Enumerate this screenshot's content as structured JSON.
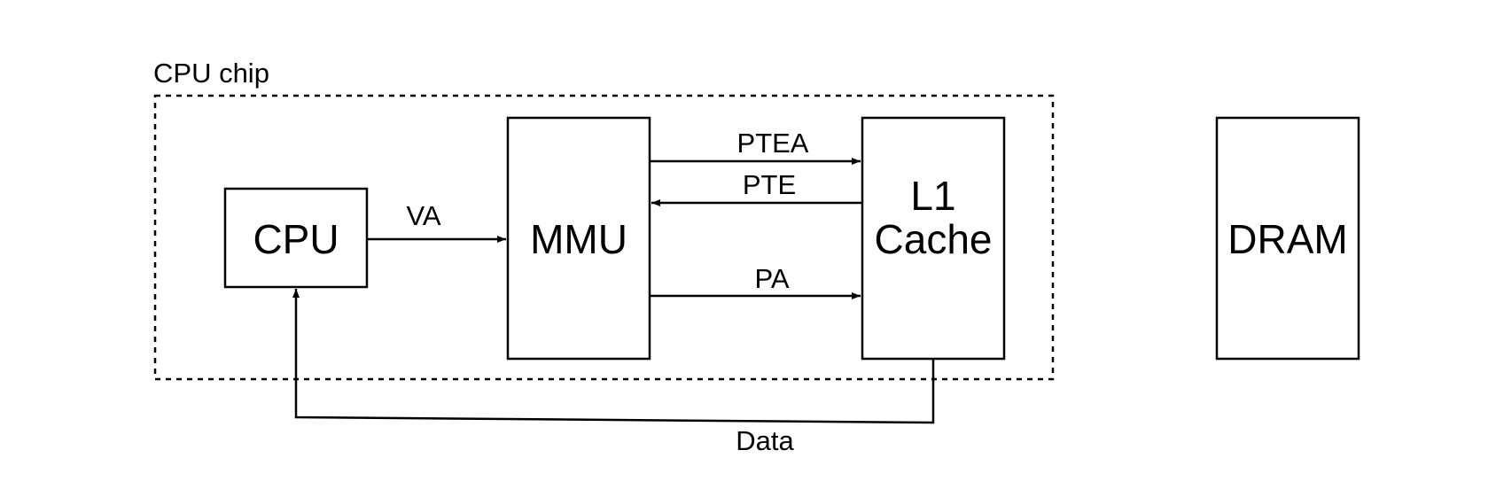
{
  "diagram": {
    "container_label": "CPU chip",
    "nodes": {
      "cpu": {
        "label": "CPU"
      },
      "mmu": {
        "label": "MMU"
      },
      "l1_cache": {
        "line1": "L1",
        "line2": "Cache"
      },
      "dram": {
        "label": "DRAM"
      }
    },
    "edges": {
      "va": {
        "label": "VA",
        "from": "CPU",
        "to": "MMU"
      },
      "ptea": {
        "label": "PTEA",
        "from": "MMU",
        "to": "L1 Cache"
      },
      "pte": {
        "label": "PTE",
        "from": "L1 Cache",
        "to": "MMU"
      },
      "pa": {
        "label": "PA",
        "from": "MMU",
        "to": "L1 Cache"
      },
      "data": {
        "label": "Data",
        "from": "L1 Cache",
        "to": "CPU"
      }
    }
  }
}
